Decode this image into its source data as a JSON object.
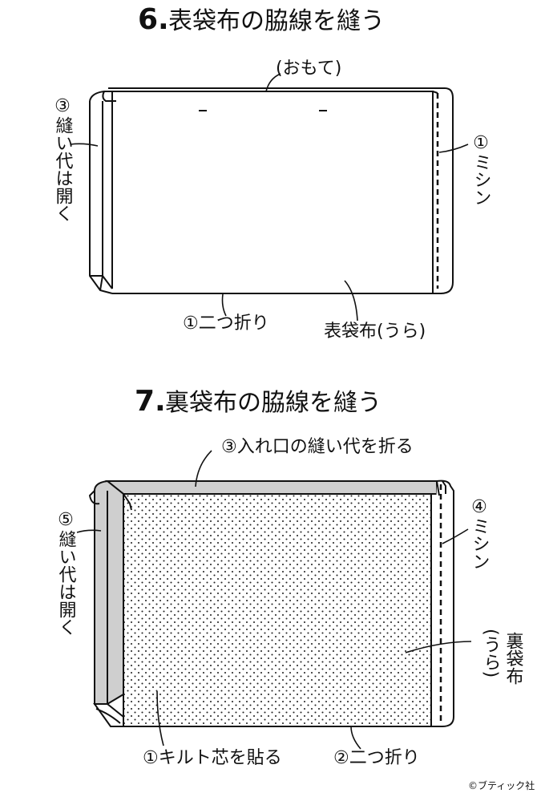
{
  "step6": {
    "number": "6.",
    "title": "表袋布の脇線を縫う",
    "label_front": "(おもて)",
    "label_open_seam": "③縫い代は開く",
    "label_sewing": "①ミシン",
    "label_fold": "①二つ折り",
    "label_back": "表袋布(うら)"
  },
  "step7": {
    "number": "7.",
    "title": "裏袋布の脇線を縫う",
    "label_fold_opening": "③入れ口の縫い代を折る",
    "label_open_seam": "⑤縫い代は開く",
    "label_sewing": "④ミシン",
    "label_back_line1": "裏袋布",
    "label_back_line2": "(うら)",
    "label_quilt": "①キルト芯を貼る",
    "label_fold": "②二つ折り"
  },
  "copyright": "©ブティック社",
  "colors": {
    "line": "#111111",
    "seam_fill": "#cfcfcf",
    "dot": "#222222"
  }
}
